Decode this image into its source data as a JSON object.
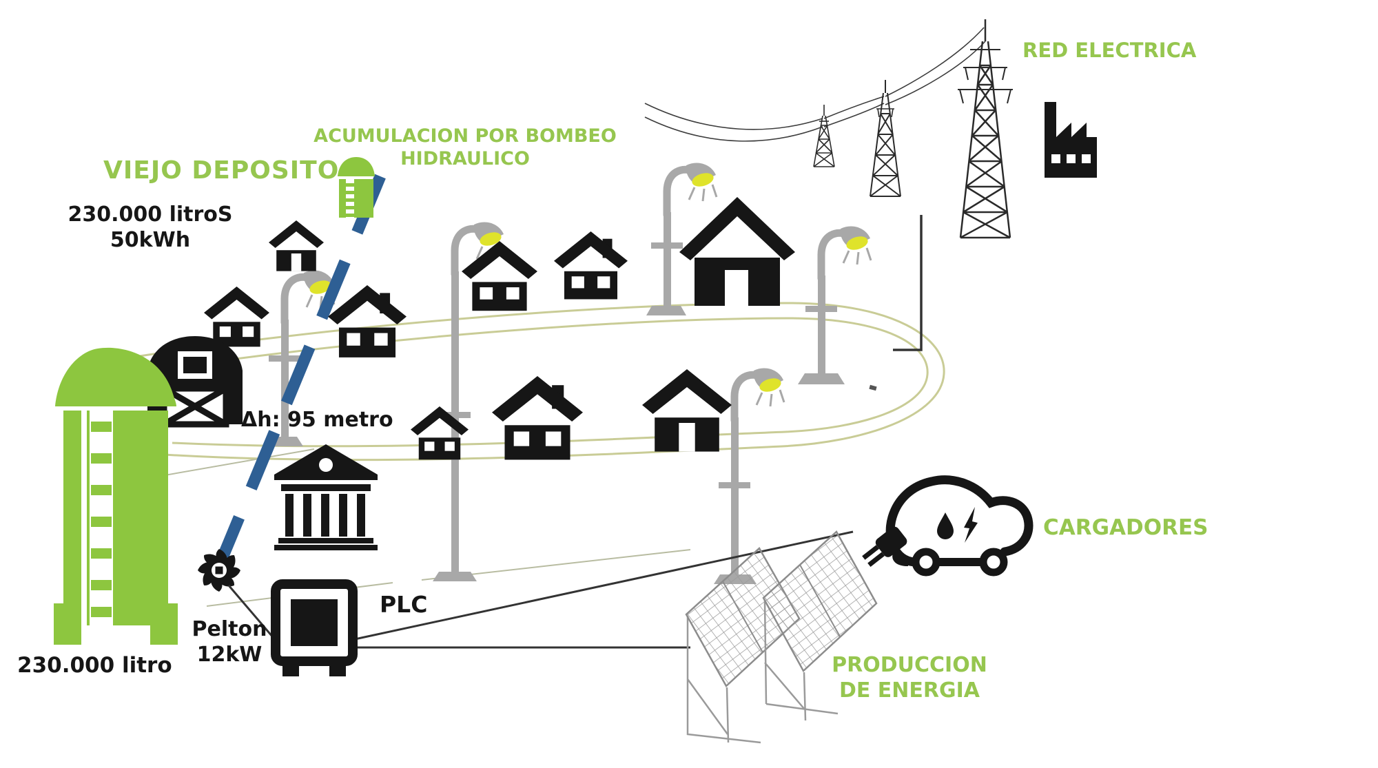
{
  "diagram": {
    "labels": {
      "red_electrica": "RED ELECTRICA",
      "acumulacion_line1": "ACUMULACION POR BOMBEO",
      "acumulacion_line2": "HIDRAULICO",
      "viejo_deposito": "VIEJO DEPOSITO",
      "old_tank_volume": "230.000 litroS",
      "old_tank_energy": "50kWh",
      "head_height": "Δh: 95 metro",
      "new_tank_volume": "230.000 litro",
      "turbine_name": "Pelton",
      "turbine_power": "12kW",
      "plc": "PLC",
      "cargadores": "CARGADORES",
      "produccion_line1": "PRODUCCION",
      "produccion_line2": "DE ENERGIA"
    },
    "colors": {
      "green": "#8dc63f",
      "green_text": "#96c64f",
      "blue_pipe": "#2e5f94",
      "road": "#c9cc96",
      "lamp_gray": "#a8a8a8",
      "lamp_light": "#dfe32b",
      "ink": "#161616"
    },
    "icons": [
      "water-tank-upper",
      "water-tank-lower",
      "houses",
      "barn",
      "bank-building",
      "street-lamps",
      "penstock-pipe",
      "pelton-turbine",
      "plc-box",
      "ev-car-charger",
      "solar-panels",
      "transmission-towers",
      "factory",
      "power-lines"
    ]
  }
}
